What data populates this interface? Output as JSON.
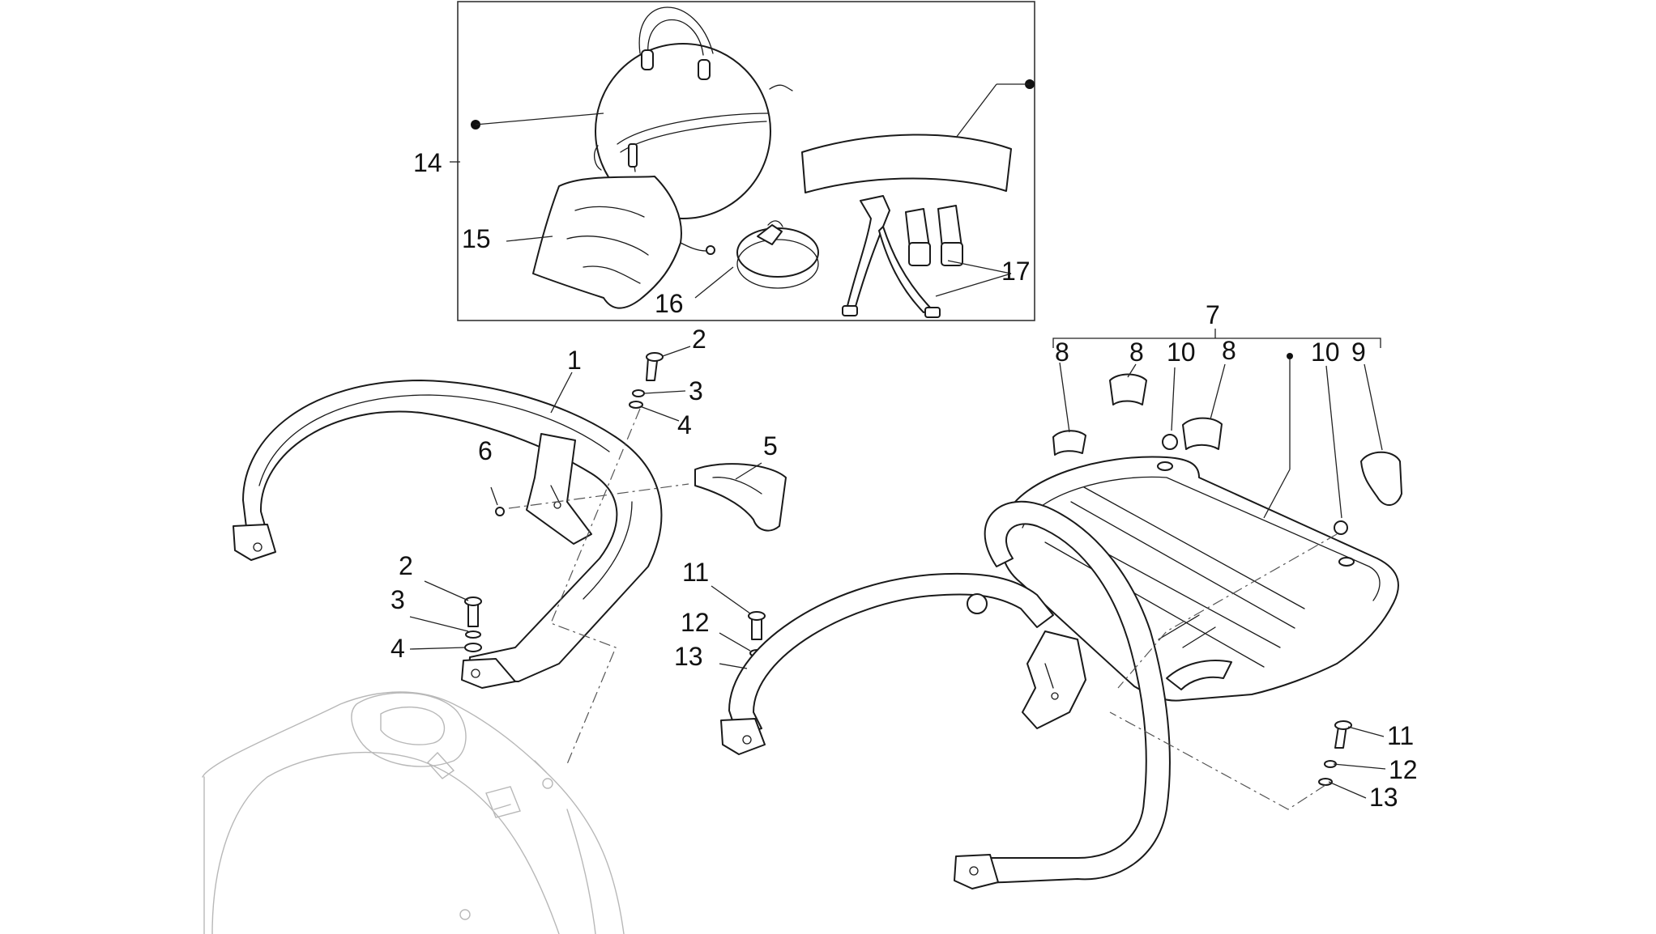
{
  "callouts": [
    {
      "id": "c14",
      "label": "14"
    },
    {
      "id": "c15",
      "label": "15"
    },
    {
      "id": "c16",
      "label": "16"
    },
    {
      "id": "c17",
      "label": "17"
    },
    {
      "id": "c7",
      "label": "7"
    },
    {
      "id": "c8a",
      "label": "8"
    },
    {
      "id": "c8b",
      "label": "8"
    },
    {
      "id": "c10a",
      "label": "10"
    },
    {
      "id": "c8c",
      "label": "8"
    },
    {
      "id": "c10b",
      "label": "10"
    },
    {
      "id": "c9",
      "label": "9"
    },
    {
      "id": "c1",
      "label": "1"
    },
    {
      "id": "c2a",
      "label": "2"
    },
    {
      "id": "c3a",
      "label": "3"
    },
    {
      "id": "c4a",
      "label": "4"
    },
    {
      "id": "c5",
      "label": "5"
    },
    {
      "id": "c6",
      "label": "6"
    },
    {
      "id": "c2b",
      "label": "2"
    },
    {
      "id": "c3b",
      "label": "3"
    },
    {
      "id": "c4b",
      "label": "4"
    },
    {
      "id": "c11a",
      "label": "11"
    },
    {
      "id": "c12a",
      "label": "12"
    },
    {
      "id": "c13a",
      "label": "13"
    },
    {
      "id": "c11b",
      "label": "11"
    },
    {
      "id": "c12b",
      "label": "12"
    },
    {
      "id": "c13b",
      "label": "13"
    }
  ]
}
